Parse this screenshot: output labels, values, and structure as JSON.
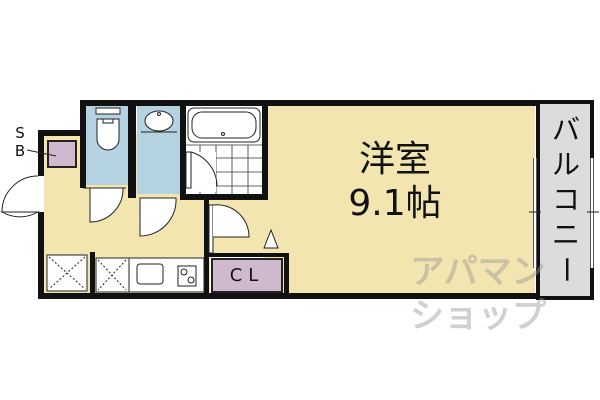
{
  "floorplan": {
    "room_label": "洋室",
    "room_size": "9.1帖",
    "balcony_label": [
      "バ",
      "ル",
      "コ",
      "ニ",
      "ー"
    ],
    "closet_label": "CL",
    "shoebox_label": [
      "S",
      "B"
    ],
    "watermark_line1": "アパマン",
    "watermark_line2": "ショップ",
    "colors": {
      "floor": "#f3e5b0",
      "wet_area": "#b4d2e0",
      "storage": "#cfb9cf",
      "balcony": "#dcdcdc",
      "wall": "#111111"
    }
  }
}
